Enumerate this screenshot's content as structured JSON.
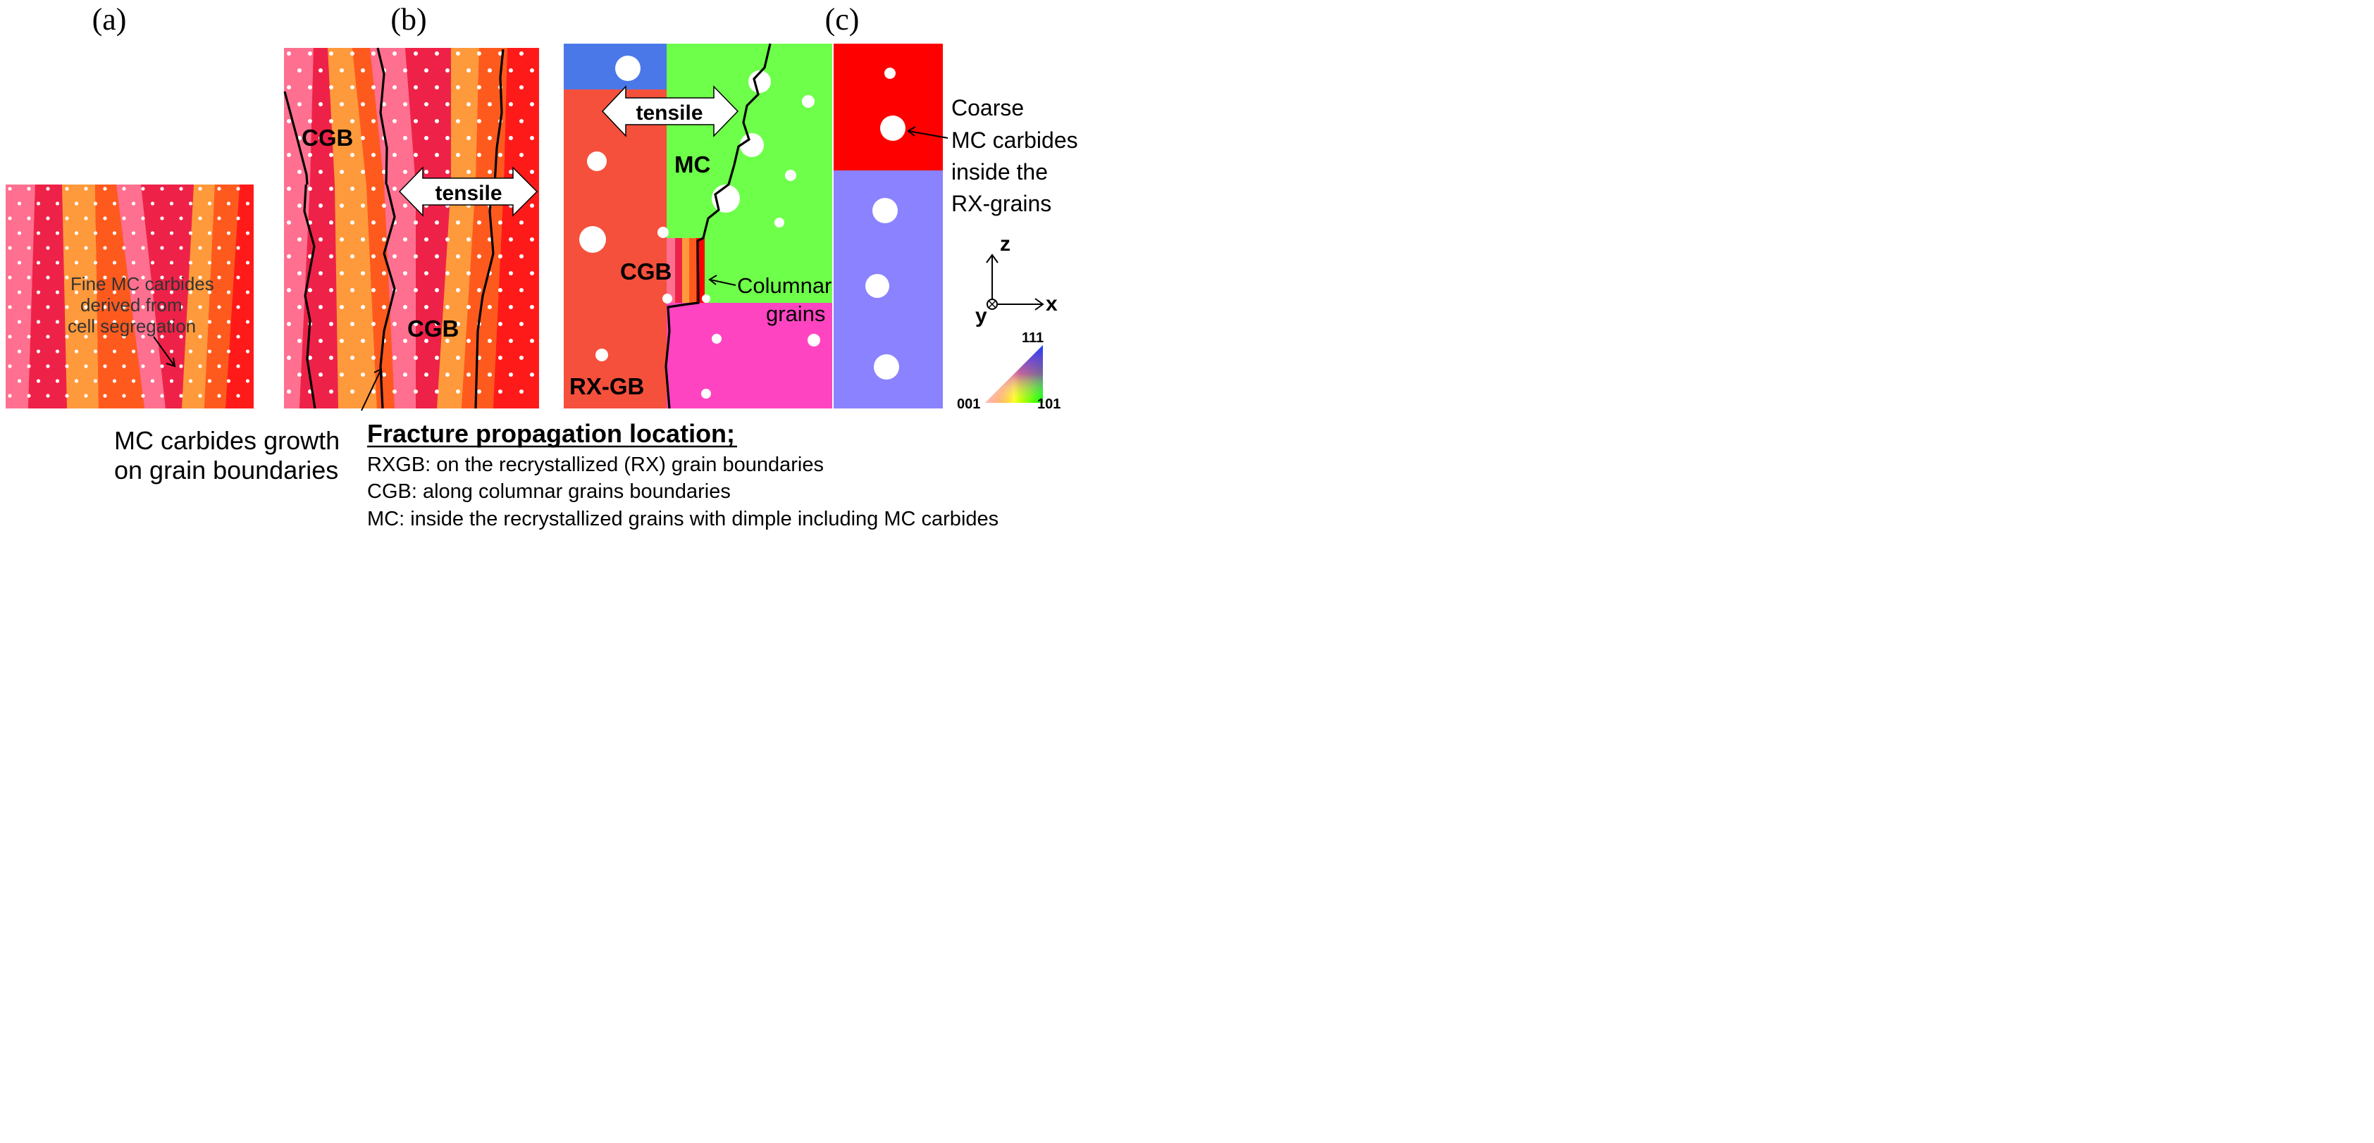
{
  "panels": {
    "a": {
      "label": "(a)",
      "annotation": [
        "Fine MC carbides",
        "derived from",
        "cell segregation"
      ]
    },
    "b": {
      "label": "(b)",
      "tensile": "tensile",
      "cgb_upper": "CGB",
      "cgb_lower": "CGB"
    },
    "c": {
      "label": "(c)",
      "tensile": "tensile",
      "mc": "MC",
      "cgb": "CGB",
      "rxgb": "RX-GB",
      "columnar": [
        "Columnar",
        "grains"
      ],
      "coarse": [
        "Coarse",
        "MC carbides",
        "inside the",
        "RX-grains"
      ]
    }
  },
  "axes": {
    "z": "z",
    "x": "x",
    "y": "y"
  },
  "ipf_legend": {
    "top": "111",
    "left": "001",
    "right": "101"
  },
  "bottom": {
    "mc_growth": [
      "MC carbides growth",
      "on grain boundaries"
    ],
    "heading": "Fracture propagation location;",
    "lines": [
      "RXGB: on the recrystallized (RX) grain boundaries",
      "CGB: along columnar grains boundaries",
      "MC: inside the recrystallized grains with dimple including MC carbides"
    ]
  },
  "colors": {
    "red": "#ff1a1a",
    "crimson": "#ee2248",
    "pink": "#ff7090",
    "orange": "#ff9a3c",
    "orange_red": "#ff5a1e",
    "rx_red_orange": "#f5503c",
    "rx_blue": "#4a78e8",
    "rx_green": "#6eff4a",
    "rx_magenta": "#ff44c2",
    "rx_red": "#ff0000",
    "rx_lavender": "#8a82ff"
  }
}
